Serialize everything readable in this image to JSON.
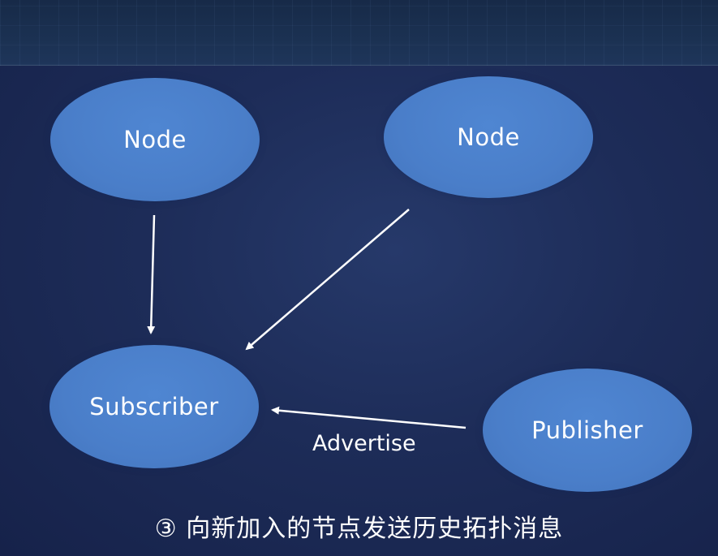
{
  "nodes": {
    "node_top_left": "Node",
    "node_top_right": "Node",
    "subscriber": "Subscriber",
    "publisher": "Publisher"
  },
  "edges": {
    "advertise_label": "Advertise"
  },
  "caption": "③ 向新加入的节点发送历史拓扑消息",
  "colors": {
    "background": "#1d2c58",
    "node_fill": "#4a7ec9",
    "text": "#ffffff"
  }
}
